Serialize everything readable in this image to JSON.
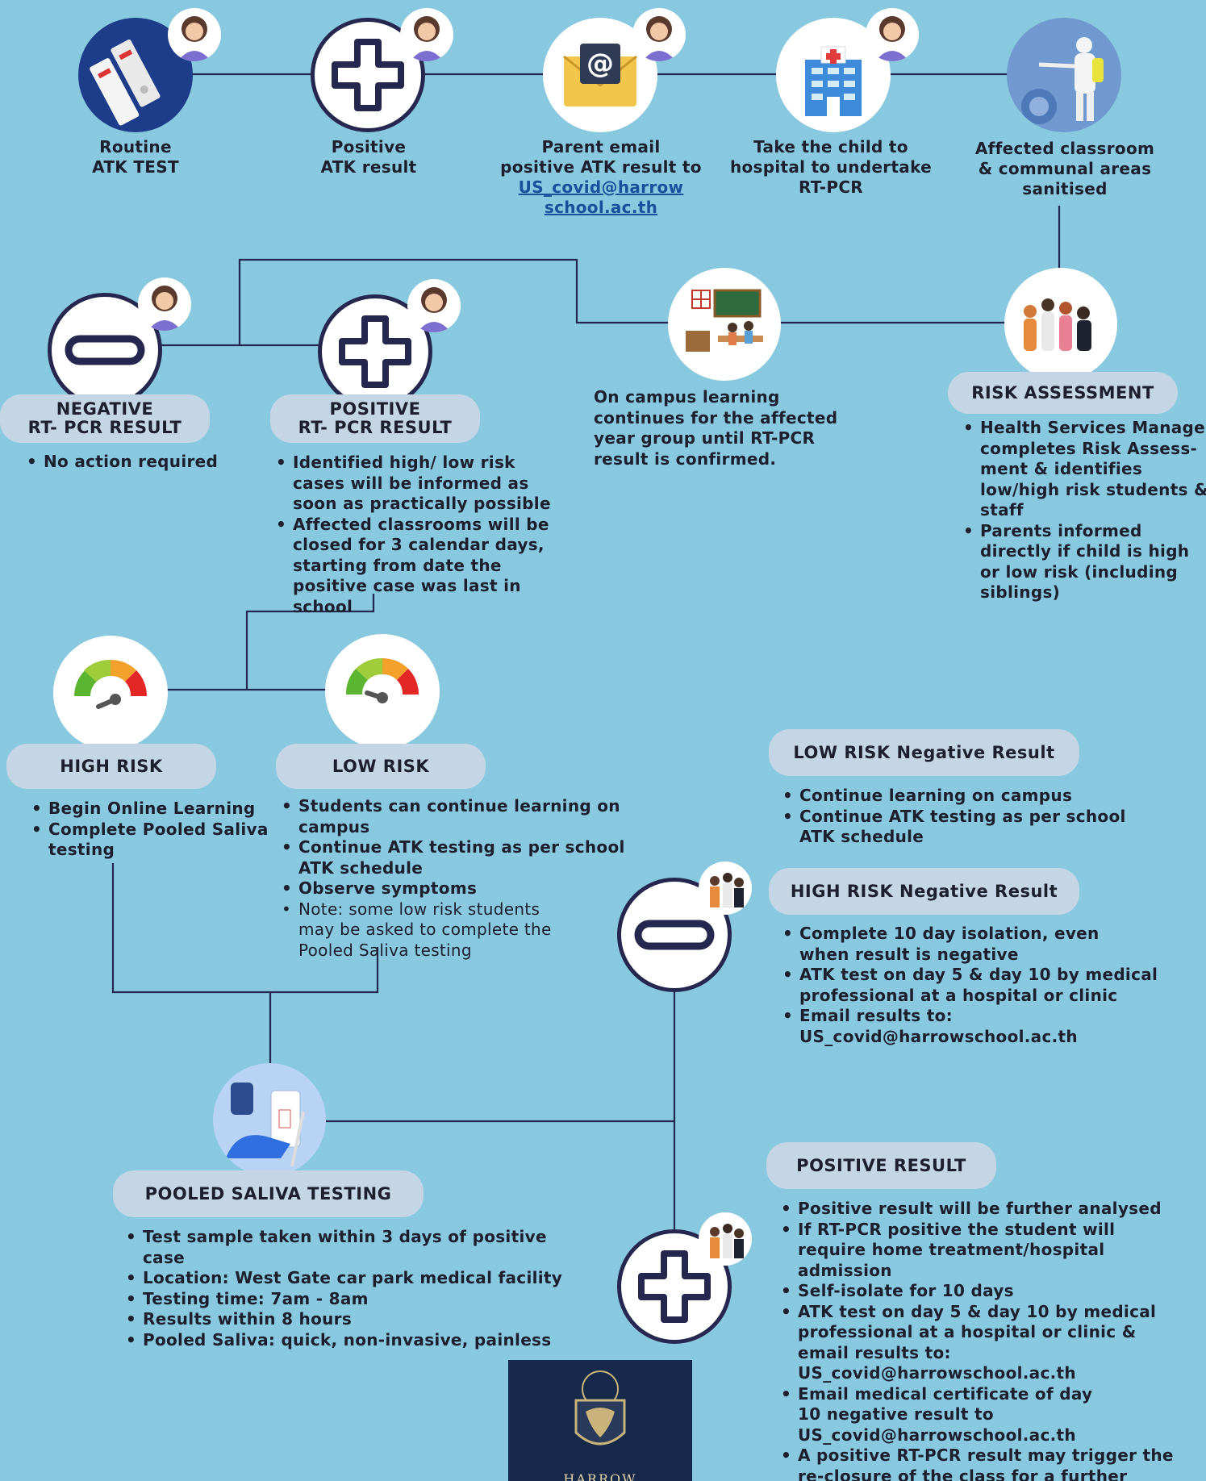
{
  "steps": [
    {
      "label": "Routine\nATK TEST"
    },
    {
      "label": "Positive\nATK result"
    },
    {
      "label_lines": [
        "Parent email",
        "positive ATK result to"
      ],
      "link_lines": [
        "US_covid@harrow",
        "school.ac.th"
      ]
    },
    {
      "label": "Take the child to\nhospital to undertake\nRT-PCR"
    },
    {
      "label": "Affected classroom\n& communal areas\nsanitised"
    }
  ],
  "negative_pcr": {
    "title_lines": [
      "NEGATIVE",
      "RT- PCR RESULT"
    ],
    "bullets": [
      "No action required"
    ]
  },
  "positive_pcr": {
    "title_lines": [
      "POSITIVE",
      "RT- PCR RESULT"
    ],
    "bullets": [
      "Identified high/ low risk cases will be informed as soon as practically possible",
      "Affected classrooms will be closed for 3 calendar days, starting from date the positive case was last in school"
    ]
  },
  "campus": {
    "text": "On campus learning continues for the affected year group",
    "bold": "until RT-PCR result is confirmed."
  },
  "risk_assessment": {
    "title": "RISK ASSESSMENT",
    "bullets": [
      "Health Services Manager completes Risk Assess- ment & identifies low/high risk students & staff",
      "Parents informed directly if child is high or low risk (including siblings)"
    ]
  },
  "high_risk": {
    "title": "HIGH RISK",
    "bullets": [
      "Begin Online Learning",
      "Complete Pooled Saliva testing"
    ]
  },
  "low_risk": {
    "title": "LOW RISK",
    "bullets": [
      "Students can continue learning on campus",
      "Continue ATK testing as per school ATK schedule",
      "Observe symptoms"
    ],
    "note": "Note: some low risk students may be asked to complete the Pooled Saliva testing"
  },
  "low_risk_negative": {
    "title": "LOW RISK Negative Result",
    "bullets": [
      "Continue learning on campus",
      "Continue ATK testing as per school ATK schedule"
    ]
  },
  "high_risk_negative": {
    "title": "HIGH RISK Negative Result",
    "b1": "Complete 10 day isolation, even when result is negative",
    "b2_pre": "ATK test on day 5 & day 10 by ",
    "b2_bold": "medical professional",
    "b2_post": " at a hospital or clinic",
    "b3": "Email results to: US_covid@harrowschool.ac.th"
  },
  "pooled": {
    "title": "POOLED SALIVA TESTING",
    "bullets": [
      "Test sample taken within 3 days of positive case",
      "Location: West Gate car park medical facility",
      "Testing time: 7am - 8am",
      "Results within 8 hours",
      "Pooled Saliva: quick, non-invasive, painless"
    ]
  },
  "positive_result": {
    "title": "POSITIVE RESULT",
    "b1": "Positive result will be further analysed",
    "b2": "If RT-PCR positive the student will require home treatment/hospital admission",
    "b3": "Self-isolate for 10 days",
    "b4_pre": "ATK test on day 5 & day 10 by ",
    "b4_bold": "medical professional",
    "b4_post": " at a hospital or clinic & email results to: US_covid@harrowschool.ac.th",
    "b5_pre": "Email ",
    "b5_bold": "medical certificate",
    "b5_post": " of day 10 negative result to US_covid@harrowschool.ac.th",
    "b6": "A positive RT-PCR result may trigger the re-closure of the class for a further three days."
  },
  "logo": {
    "text": "HARROW"
  },
  "colors": {
    "background": "#88c9df",
    "pill": "#c4d6e6",
    "navy": "#26274f",
    "link": "#1b4f9c"
  }
}
